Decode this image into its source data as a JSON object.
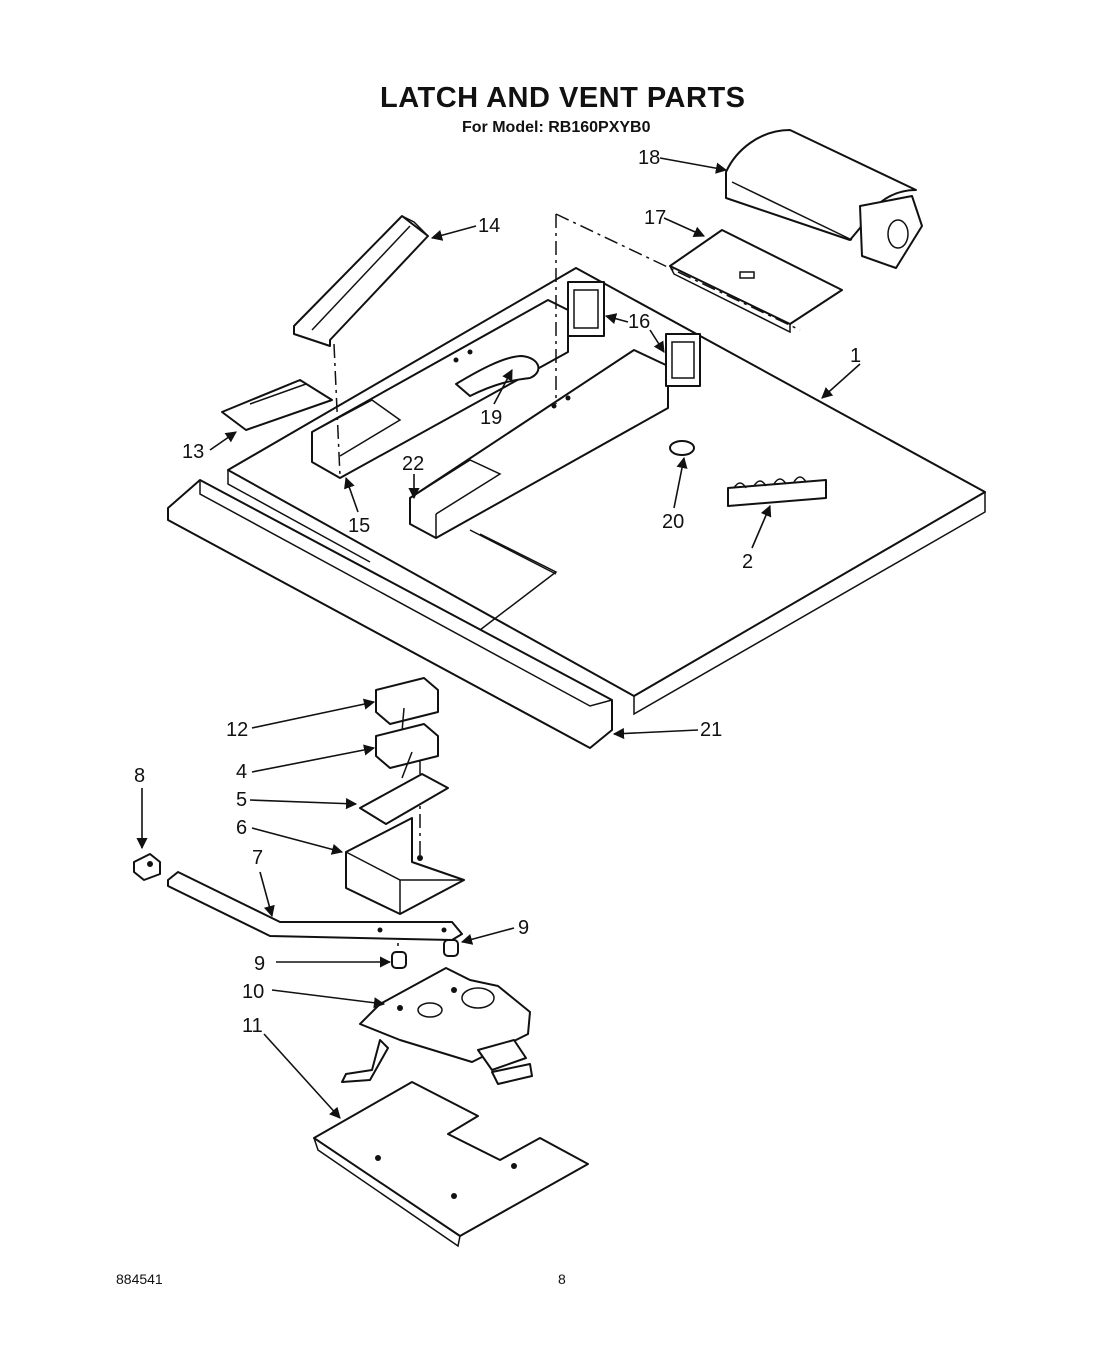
{
  "header": {
    "title": "LATCH AND VENT PARTS",
    "subtitle": "For Model: RB160PXYB0"
  },
  "footer": {
    "doc_number": "884541",
    "page_number": "8"
  },
  "callouts": {
    "c1": "1",
    "c2": "2",
    "c4": "4",
    "c5": "5",
    "c6": "6",
    "c7": "7",
    "c8": "8",
    "c9a": "9",
    "c9b": "9",
    "c10": "10",
    "c11": "11",
    "c12": "12",
    "c13": "13",
    "c14": "14",
    "c15": "15",
    "c16": "16",
    "c17": "17",
    "c18": "18",
    "c19": "19",
    "c20": "20",
    "c21": "21",
    "c22": "22"
  }
}
